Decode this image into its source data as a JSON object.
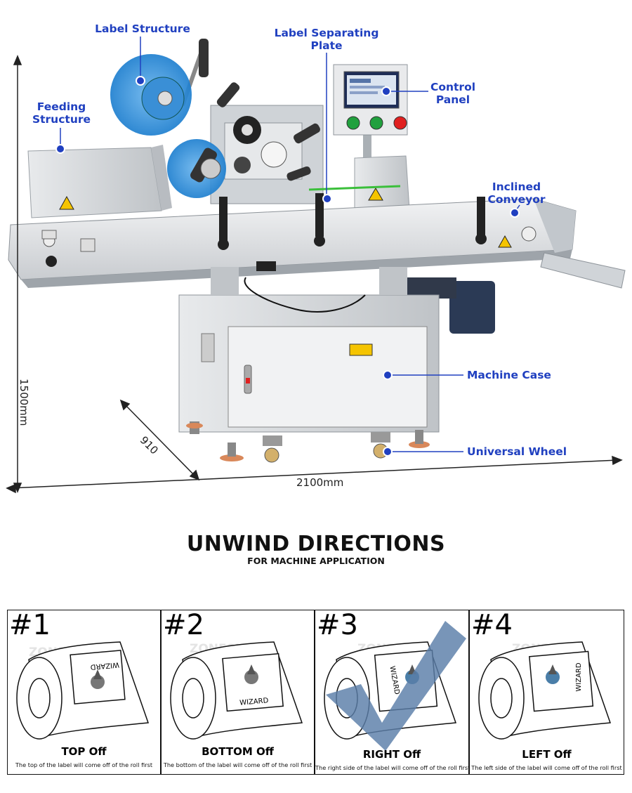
{
  "callouts": {
    "label_structure": "Label Structure",
    "label_separating_line1": "Label Separating",
    "label_separating_line2": "Plate",
    "control_line1": "Control",
    "control_line2": "Panel",
    "feeding_line1": "Feeding",
    "feeding_line2": "Structure",
    "inclined_line1": "Inclined",
    "inclined_line2": "Conveyor",
    "machine_case": "Machine Case",
    "universal_wheel": "Universal Wheel"
  },
  "dimensions": {
    "height": "1500mm",
    "depth": "910",
    "width": "2100mm"
  },
  "watermark": "ZONESUN",
  "section": {
    "title": "UNWIND DIRECTIONS",
    "subtitle": "FOR MACHINE APPLICATION"
  },
  "panels": [
    {
      "number": "#1",
      "title": "TOP Off",
      "desc": "The top of the label will come off of the roll first",
      "label_text": "WIZARD"
    },
    {
      "number": "#2",
      "title": "BOTTOM Off",
      "desc": "The bottom of the label will come off of the roll first",
      "label_text": "WIZARD"
    },
    {
      "number": "#3",
      "title": "RIGHT Off",
      "desc": "The right side of the label will come off of the roll first",
      "label_text": "WIZARD"
    },
    {
      "number": "#4",
      "title": "LEFT Off",
      "desc": "The left side of the label will come off of the roll first",
      "label_text": "WIZARD"
    }
  ],
  "colors": {
    "callout_blue": "#2040c0",
    "roller_blue": "#2a8ad8",
    "checkmark": "#5a7ea8",
    "machine_steel": "#d9dcdf"
  }
}
